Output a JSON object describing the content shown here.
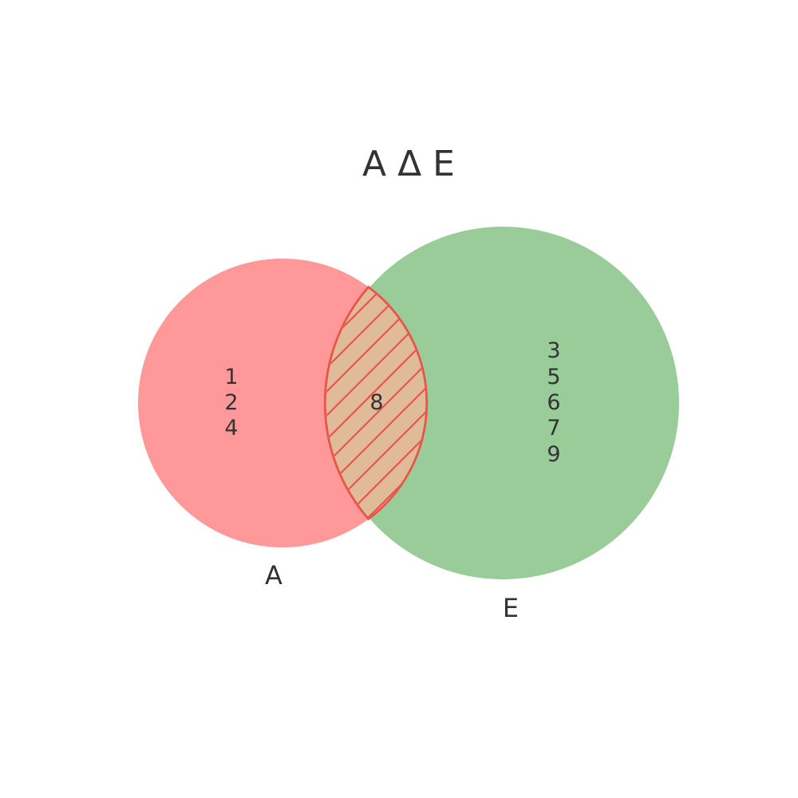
{
  "title": "A Δ E",
  "sets": {
    "a": {
      "label": "A",
      "color": "#ff9999"
    },
    "e": {
      "label": "E",
      "color": "#99cc99"
    }
  },
  "regions": {
    "a_only": [
      "1",
      "2",
      "4"
    ],
    "both": [
      "8"
    ],
    "e_only": [
      "3",
      "5",
      "6",
      "7",
      "9"
    ]
  },
  "intersection_fill": "#e0bb99",
  "highlight_color": "#e8564a"
}
